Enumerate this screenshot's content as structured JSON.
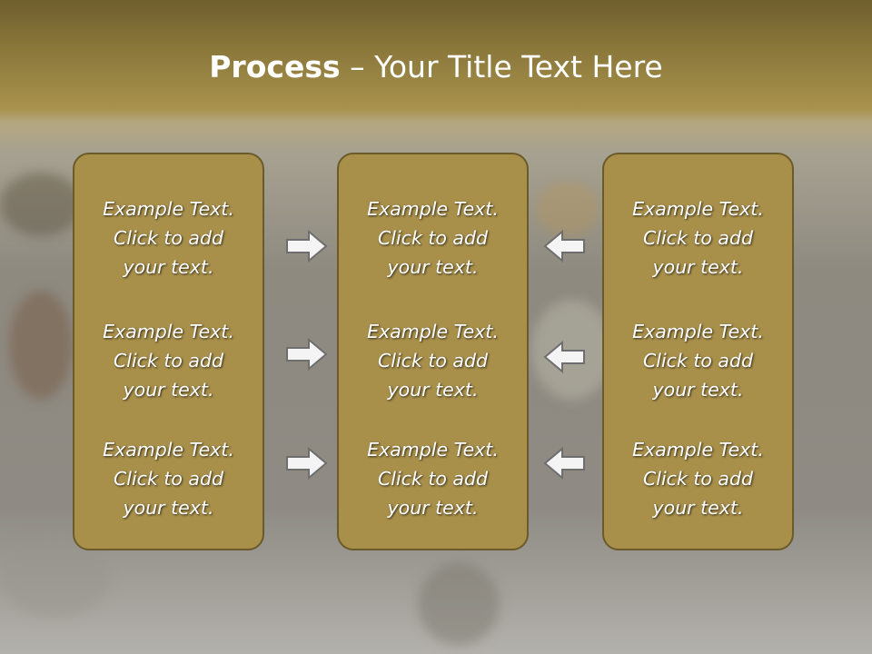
{
  "title": {
    "bold": "Process",
    "rest": " – Your Title Text Here"
  },
  "columns": [
    {
      "items": [
        {
          "lines": [
            "Example Text.",
            "Click  to add",
            "your text."
          ]
        },
        {
          "lines": [
            "Example Text.",
            "Click  to add",
            "your text."
          ]
        },
        {
          "lines": [
            "Example Text.",
            "Click  to add",
            "your text."
          ]
        }
      ]
    },
    {
      "items": [
        {
          "lines": [
            "Example Text.",
            "Click  to add",
            "your text."
          ]
        },
        {
          "lines": [
            "Example Text.",
            "Click  to add",
            "your text."
          ]
        },
        {
          "lines": [
            "Example Text.",
            "Click  to add",
            "your text."
          ]
        }
      ]
    },
    {
      "items": [
        {
          "lines": [
            "Example Text.",
            "Click  to add",
            "your text."
          ]
        },
        {
          "lines": [
            "Example Text.",
            "Click  to add",
            "your text."
          ]
        },
        {
          "lines": [
            "Example Text.",
            "Click  to add",
            "your text."
          ]
        }
      ]
    }
  ],
  "arrows": {
    "left_group": [
      "right-arrow-icon",
      "right-arrow-icon",
      "right-arrow-icon"
    ],
    "right_group": [
      "left-arrow-icon",
      "left-arrow-icon",
      "left-arrow-icon"
    ]
  },
  "colors": {
    "box_fill": "#a88f4a",
    "box_border": "#6b5a2a",
    "header": "#8d7a3c",
    "arrow_fill": "#f4f4f4",
    "arrow_stroke": "#6e6e6e"
  }
}
